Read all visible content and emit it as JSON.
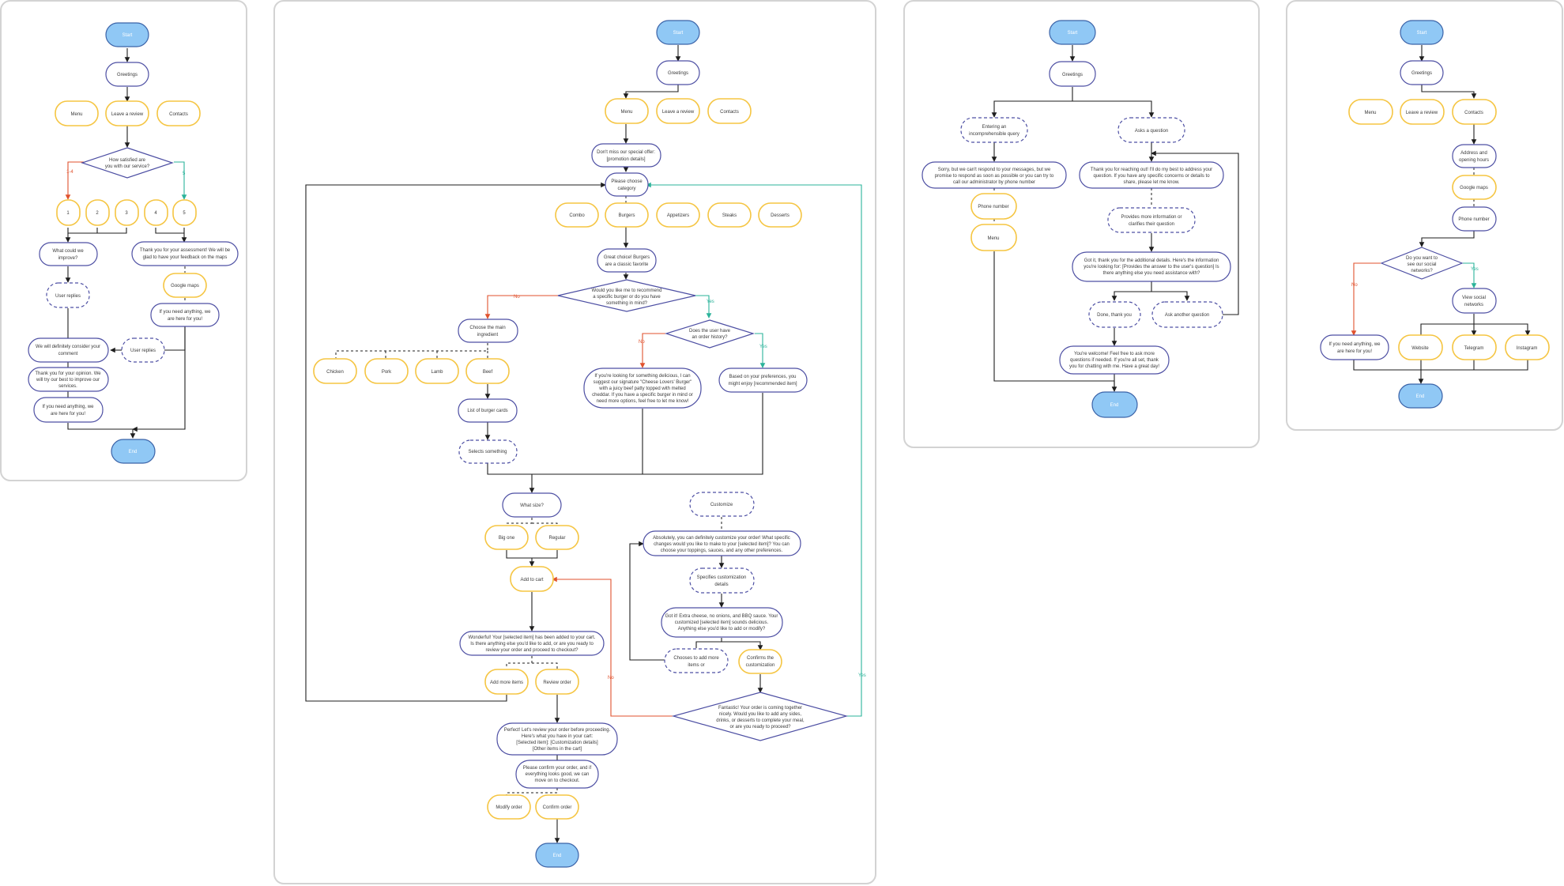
{
  "colors": {
    "start_end_fill": "#90c8f5",
    "process_stroke": "#4d4fa3",
    "option_stroke": "#f5c542",
    "no_edge": "#e0522e",
    "yes_edge": "#2bb39a",
    "panel_border": "#d3d3d3"
  },
  "flow1": {
    "start": "Start",
    "greetings": "Greetings",
    "menu": "Menu",
    "leave_review": "Leave a review",
    "contacts": "Contacts",
    "satisfied_q": [
      "How satisfied are",
      "you with our service?"
    ],
    "edge_1_4": "1-4",
    "edge_5": "5",
    "r1": "1",
    "r2": "2",
    "r3": "3",
    "r4": "4",
    "r5": "5",
    "improve": [
      "What could we",
      "improve?"
    ],
    "user_replies_a": "User replies",
    "thanks_assessment": [
      "Thank you for your assessment! We will be",
      "glad to have your feedback on the maps"
    ],
    "google_maps": "Google maps",
    "anything": [
      "If you need anything, we",
      "are here for you!"
    ],
    "user_replies_b": "User replies",
    "consider": [
      "We will definitely consider your",
      "comment"
    ],
    "thanks_opinion": [
      "Thank you for your opinion. We",
      "will try our best to improve our",
      "services."
    ],
    "anything2": [
      "If you need anything, we",
      "are here for you!"
    ],
    "end": "End"
  },
  "flow2": {
    "start": "Start",
    "greetings": "Greetings",
    "menu": "Menu",
    "leave_review": "Leave a review",
    "contacts": "Contacts",
    "special_offer": [
      "Don't miss our special offer:",
      "[promotion details]"
    ],
    "choose_category": [
      "Please choose",
      "category"
    ],
    "cat_combo": "Combo",
    "cat_burgers": "Burgers",
    "cat_appetizers": "Appetizers",
    "cat_steaks": "Steaks",
    "cat_desserts": "Desserts",
    "great_choice": [
      "Great choice! Burgers",
      "are a classic favorite"
    ],
    "recommend_q": [
      "Would you like me to recommend",
      "a specific burger or do you have",
      "something in mind?"
    ],
    "no": "No",
    "yes": "Yes",
    "choose_main": [
      "Choose the main",
      "ingredient"
    ],
    "order_history_q": [
      "Does the user have",
      "an order history?"
    ],
    "ing_chicken": "Chicken",
    "ing_pork": "Pork",
    "ing_lamb": "Lamb",
    "ing_beef": "Beef",
    "signature": [
      "If you're looking for something delicious, I can",
      "suggest our signature \"Cheese Lovers' Burger\"",
      "with a juicy beef patty topped with melted",
      "cheddar. If you have a specific burger in mind or",
      "need more options, feel free to let me know!"
    ],
    "based_on_prefs": [
      "Based on your preferences, you",
      "might enjoy [recommended item]"
    ],
    "burger_cards": "List of burger cards",
    "selects": "Selects something",
    "what_size": "What size?",
    "big_one": "Big one",
    "regular": "Regular",
    "add_to_cart": "Add to cart",
    "added_msg": [
      "Wonderful! Your [selected item] has been added to your cart.",
      "Is there anything else you'd like to add, or are you ready to",
      "review your order and proceed to checkout?"
    ],
    "add_more": "Add more items",
    "review_order": "Review order",
    "review_msg": [
      "Perfect! Let's review your order before proceeding.",
      "Here's what you have in your cart:",
      "[Selected item]: [Customization details]",
      "[Other items in the cart]"
    ],
    "confirm_msg": [
      "Please confirm your order, and if",
      "everything looks good, we can",
      "move on to checkout."
    ],
    "modify_order": "Modify order",
    "confirm_order": "Confirm order",
    "end": "End",
    "customize": "Customize",
    "absolutely": [
      "Absolutely, you can definitely customize your order! What specific",
      "changes would you like to make to your [selected item]? You can",
      "choose your toppings, sauces, and any other preferences."
    ],
    "specifies": [
      "Specifies customization",
      "details"
    ],
    "got_it": [
      "Got it! Extra cheese, no onions, and BBQ sauce. Your",
      "customized [selected item] sounds delicious.",
      "Anything else you'd like to add or modify?"
    ],
    "chooses_add_more": [
      "Chooses to add more",
      "items or"
    ],
    "confirms_custom": [
      "Confirms the",
      "customization"
    ],
    "fantastic": [
      "Fantastic! Your order is coming together",
      "nicely. Would you like to add any sides,",
      "drinks, or desserts to complete your meal,",
      "or are you ready to proceed?"
    ],
    "no2": "No",
    "yes2": "Yes"
  },
  "flow3": {
    "start": "Start",
    "greetings": "Greetings",
    "incomprehensible": [
      "Entering an",
      "incomprehensible query"
    ],
    "ask_question": "Asks a question",
    "sorry": [
      "Sorry, but we can't respond to your messages, but we",
      "promise to respond as soon as possible or you can try to",
      "call our administrator by phone number"
    ],
    "thanks_reaching": [
      "Thank you for reaching out! I'll do my best to address your",
      "question. If you have any specific concerns or details to",
      "share, please let me know."
    ],
    "phone_number": "Phone number",
    "provides_info": [
      "Provides more information or",
      "clarifies their question"
    ],
    "menu": "Menu",
    "got_it": [
      "Got it, thank you for the additional details. Here's the information",
      "you're looking for: [Provides the answer to the user's question] Is",
      "there anything else you need assistance with?"
    ],
    "done": "Done, thank you",
    "ask_another": "Ask another question",
    "welcome": [
      "You're welcome! Feel free to ask more",
      "questions if needed. If you're all set, thank",
      "you for chatting with me. Have a great day!"
    ],
    "end": "End"
  },
  "flow4": {
    "start": "Start",
    "greetings": "Greetings",
    "menu": "Menu",
    "leave_review": "Leave a review",
    "contacts": "Contacts",
    "address": [
      "Address and",
      "opening hours"
    ],
    "google_maps": "Google maps",
    "phone_number": "Phone number",
    "social_q": [
      "Do you want to",
      "see our social",
      "networks?"
    ],
    "no": "No",
    "yes": "Yes",
    "view_social": [
      "View social",
      "networks"
    ],
    "anything": [
      "If you need anything, we",
      "are here for you!"
    ],
    "website": "Website",
    "telegram": "Telegram",
    "instagram": "Instagram",
    "end": "End"
  }
}
